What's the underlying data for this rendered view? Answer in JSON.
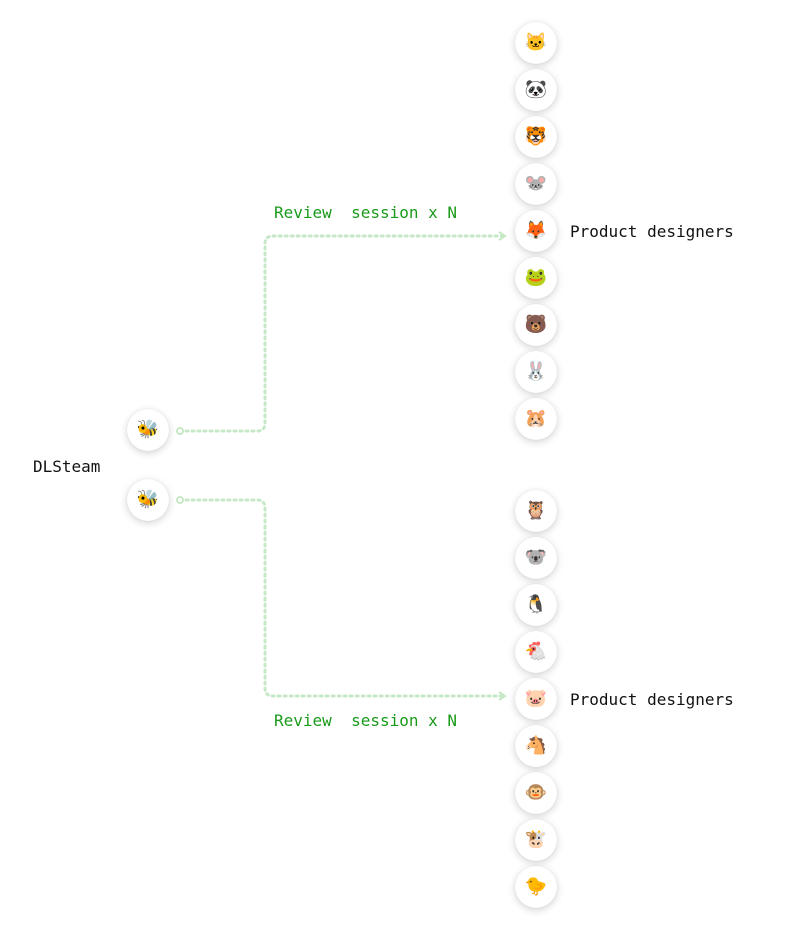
{
  "team": {
    "label": "DLSteam",
    "members": [
      {
        "emoji": "🐝",
        "icon": "bee-icon"
      },
      {
        "emoji": "🐝",
        "icon": "bee-icon"
      }
    ]
  },
  "groups": [
    {
      "label": "Product designers",
      "edge_label": "Review  session x N",
      "members": [
        {
          "emoji": "🐱",
          "icon": "cat-icon"
        },
        {
          "emoji": "🐼",
          "icon": "panda-icon"
        },
        {
          "emoji": "🐯",
          "icon": "tiger-icon"
        },
        {
          "emoji": "🐭",
          "icon": "mouse-icon"
        },
        {
          "emoji": "🦊",
          "icon": "fox-icon"
        },
        {
          "emoji": "🐸",
          "icon": "frog-icon"
        },
        {
          "emoji": "🐻",
          "icon": "bear-icon"
        },
        {
          "emoji": "🐰",
          "icon": "rabbit-icon"
        },
        {
          "emoji": "🐹",
          "icon": "hamster-icon"
        }
      ]
    },
    {
      "label": "Product designers",
      "edge_label": "Review  session x N",
      "members": [
        {
          "emoji": "🦉",
          "icon": "owl-icon"
        },
        {
          "emoji": "🐨",
          "icon": "koala-icon"
        },
        {
          "emoji": "🐧",
          "icon": "penguin-icon"
        },
        {
          "emoji": "🐔",
          "icon": "chicken-icon"
        },
        {
          "emoji": "🐷",
          "icon": "pig-icon"
        },
        {
          "emoji": "🐴",
          "icon": "horse-icon"
        },
        {
          "emoji": "🐵",
          "icon": "monkey-icon"
        },
        {
          "emoji": "🐮",
          "icon": "cow-icon"
        },
        {
          "emoji": "🐤",
          "icon": "chick-icon"
        }
      ]
    }
  ],
  "colors": {
    "edge": "#c6e8c6",
    "edge_label": "#1a9a1a",
    "text": "#111111"
  }
}
